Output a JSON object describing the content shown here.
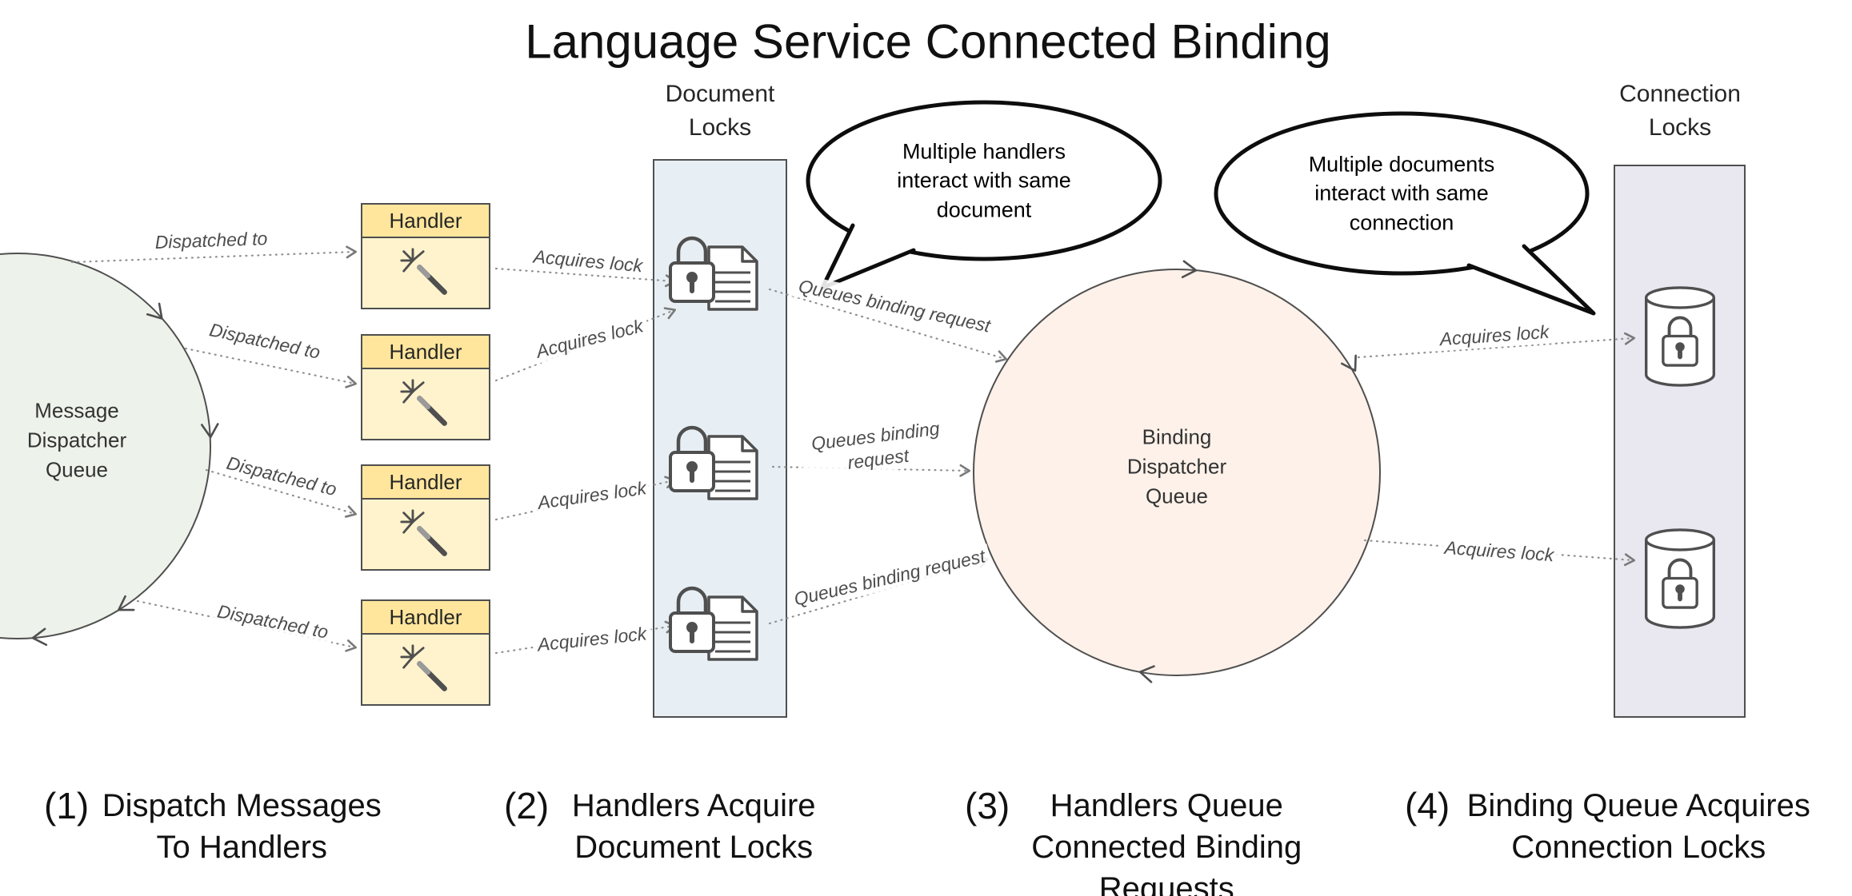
{
  "title": "Language Service Connected Binding",
  "nodes": {
    "message_queue": {
      "label": "Message Dispatcher Queue"
    },
    "binding_queue": {
      "label": "Binding Dispatcher Queue"
    },
    "document_locks": {
      "label": "Document Locks"
    },
    "connection_locks": {
      "label": "Connection Locks"
    },
    "handlers": [
      {
        "label": "Handler"
      },
      {
        "label": "Handler"
      },
      {
        "label": "Handler"
      },
      {
        "label": "Handler"
      }
    ]
  },
  "callouts": [
    {
      "text": "Multiple handlers interact with same document"
    },
    {
      "text": "Multiple documents interact with same connection"
    }
  ],
  "edge_labels": {
    "dispatched_to": [
      "Dispatched to",
      "Dispatched to",
      "Dispatched to",
      "Dispatched to"
    ],
    "acquires_document_lock": [
      "Acquires lock",
      "Acquires lock",
      "Acquires lock",
      "Acquires lock"
    ],
    "queues_binding_request": [
      "Queues binding request",
      "Queues binding request",
      "Queues binding request"
    ],
    "acquires_connection_lock": [
      "Acquires lock",
      "Acquires lock"
    ]
  },
  "captions": [
    {
      "number": "(1)",
      "text": "Dispatch Messages To Handlers"
    },
    {
      "number": "(2)",
      "text": "Handlers Acquire Document Locks"
    },
    {
      "number": "(3)",
      "text": "Handlers Queue Connected Binding Requests"
    },
    {
      "number": "(4)",
      "text": "Binding Queue Acquires Connection Locks"
    }
  ],
  "icons": {
    "handler": "magic-wand-icon",
    "document_lock": "padlock-document-icon",
    "connection_lock": "database-padlock-icon"
  },
  "colors": {
    "message_queue_fill": "#edf2ea",
    "binding_queue_fill": "#fdf1e9",
    "document_locks_fill": "#e8eff4",
    "connection_locks_fill": "#e9e8f1",
    "handler_header_fill": "#ffe69c",
    "handler_body_fill": "#fff3cd",
    "outline": "#4f4f4f",
    "dotted_edge": "#909090",
    "callout_border": "#0d0d0d"
  }
}
